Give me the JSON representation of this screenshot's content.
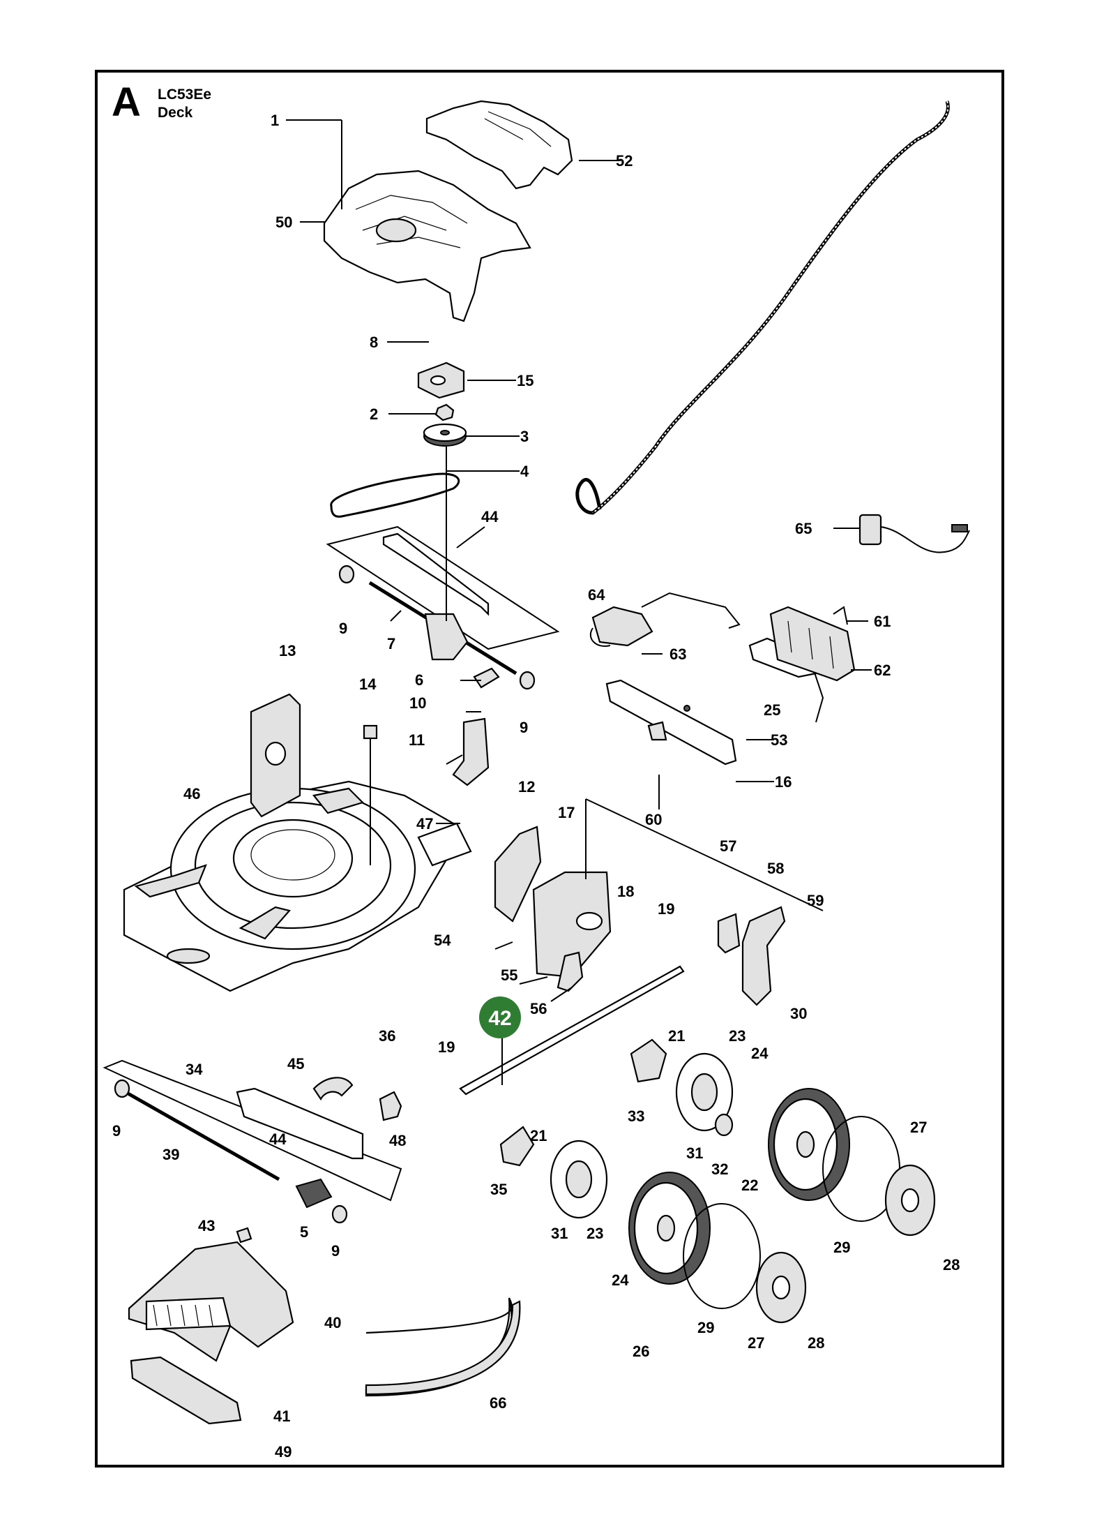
{
  "header": {
    "section_letter": "A",
    "model": "LC53Ee",
    "assembly": "Deck"
  },
  "highlight": {
    "label": "42",
    "color": "#2e7d32"
  },
  "callouts": [
    "1",
    "2",
    "3",
    "4",
    "5",
    "6",
    "7",
    "8",
    "9",
    "9",
    "9",
    "9",
    "10",
    "11",
    "12",
    "13",
    "14",
    "15",
    "16",
    "17",
    "18",
    "19",
    "19",
    "21",
    "21",
    "22",
    "23",
    "23",
    "24",
    "24",
    "25",
    "26",
    "27",
    "27",
    "28",
    "28",
    "29",
    "29",
    "30",
    "31",
    "31",
    "32",
    "33",
    "34",
    "35",
    "36",
    "39",
    "40",
    "41",
    "43",
    "44",
    "44",
    "45",
    "46",
    "47",
    "48",
    "49",
    "50",
    "52",
    "53",
    "54",
    "55",
    "56",
    "57",
    "58",
    "59",
    "60",
    "61",
    "62",
    "63",
    "64",
    "65",
    "66"
  ]
}
